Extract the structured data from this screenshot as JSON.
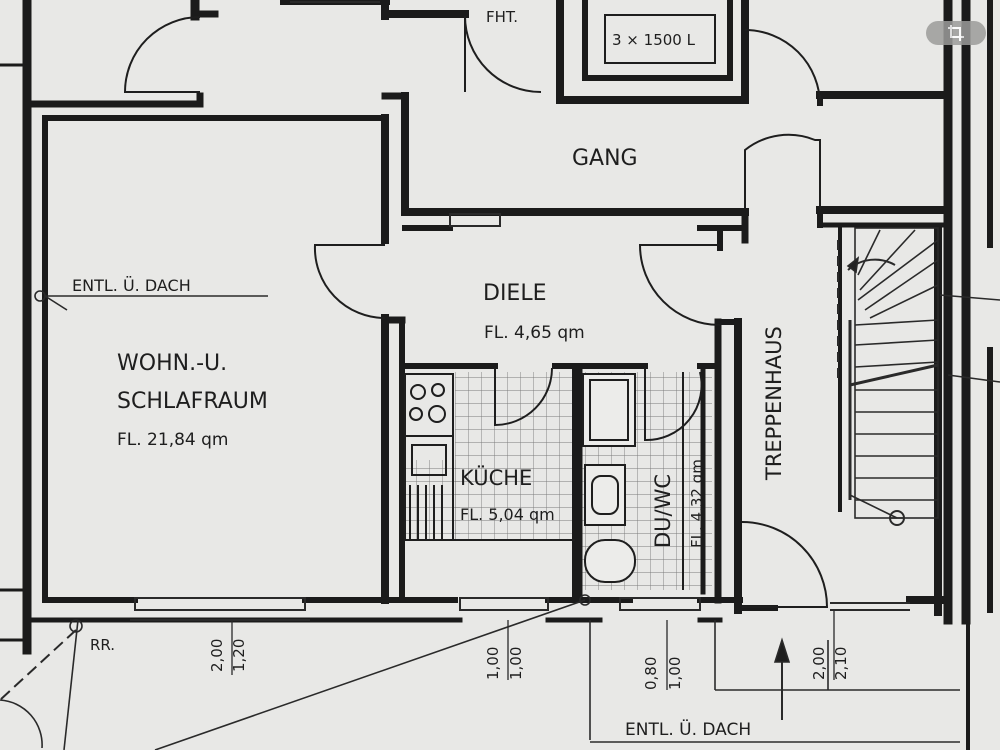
{
  "plan": {
    "labels": {
      "fht": "FHT.",
      "tank": "3 × 1500 L",
      "gang": "GANG",
      "entl_dach_left": "ENTL. Ü. DACH",
      "diele": "DIELE",
      "diele_area": "FL. 4,65 qm",
      "wohn_line1": "WOHN.-U.",
      "wohn_line2": "SCHLAFRAUM",
      "wohn_area": "FL. 21,84 qm",
      "kueche": "KÜCHE",
      "kueche_area": "FL. 5,04 qm",
      "duwc": "DU/WC",
      "duwc_area": "FL. 4,32 qm",
      "treppenhaus": "TREPPENHAUS",
      "rr": "RR.",
      "entl_dach_bottom": "ENTL. Ü. DACH"
    },
    "dimensions": {
      "win1_a": "2,00",
      "win1_b": "1,20",
      "win2_a": "1,00",
      "win2_b": "1,00",
      "win3_a": "0,80",
      "win3_b": "1,00",
      "win4_a": "2,00",
      "win4_b": "2,10"
    }
  },
  "toolbar": {
    "crop_icon": "crop-icon"
  }
}
